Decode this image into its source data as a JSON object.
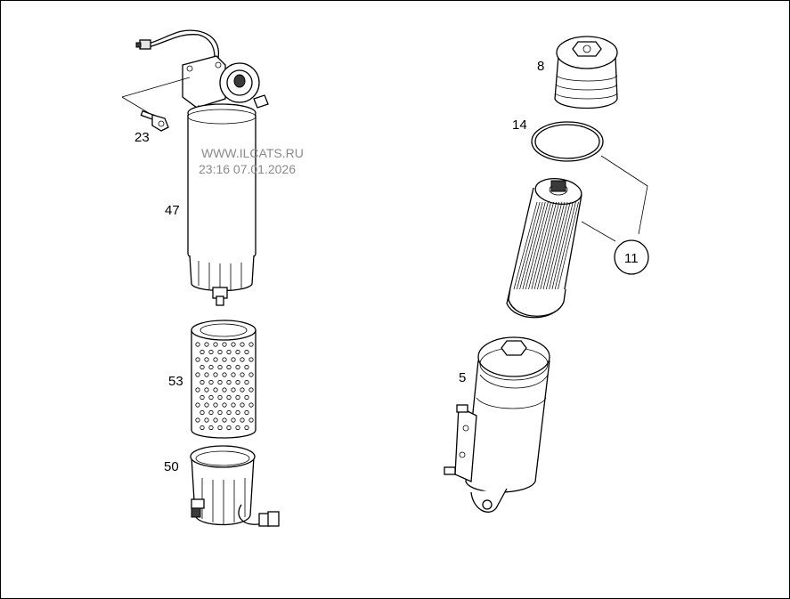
{
  "watermark": {
    "site": "WWW.ILCATS.RU",
    "datetime": "23:16 07.01.2026"
  },
  "callouts": {
    "p8": "8",
    "p14": "14",
    "p11": "11",
    "p23": "23",
    "p47": "47",
    "p53": "53",
    "p50": "50",
    "p5": "5"
  }
}
